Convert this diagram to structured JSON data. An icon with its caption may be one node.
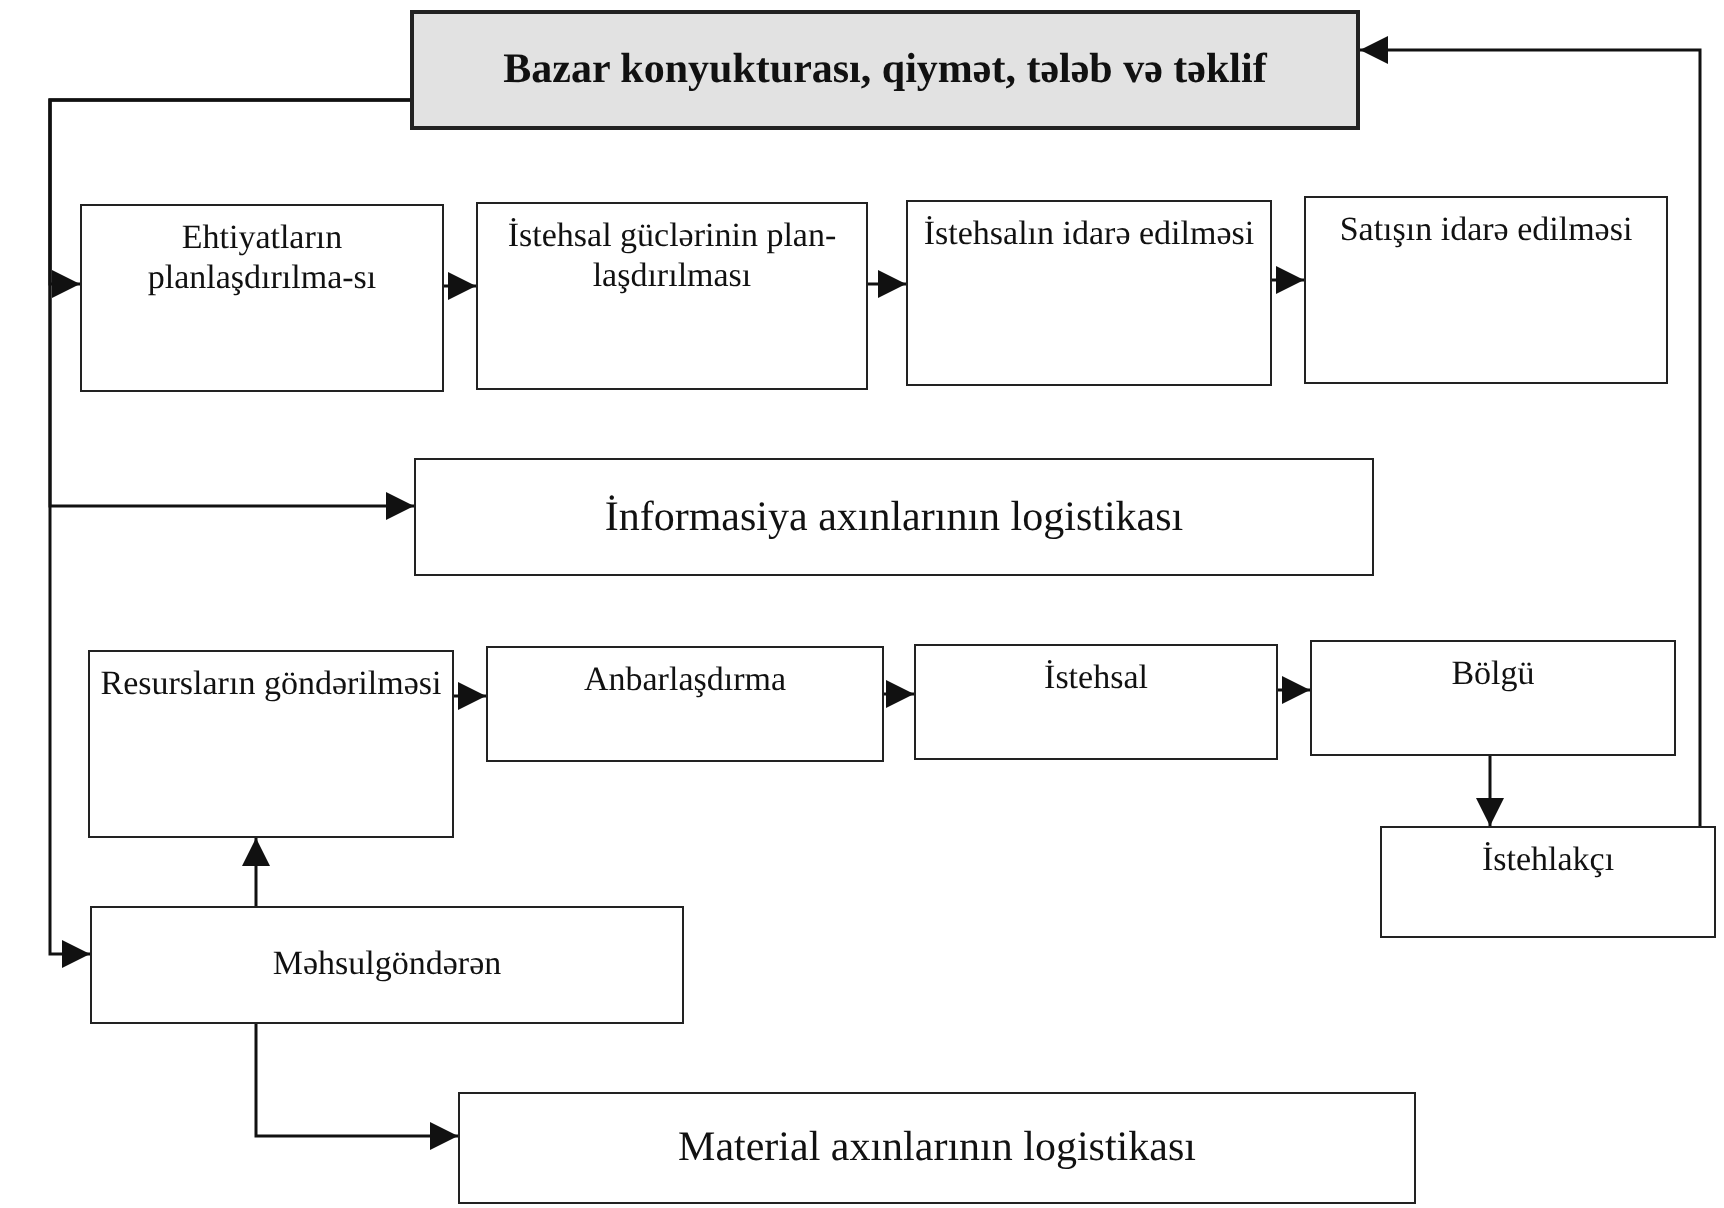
{
  "diagram": {
    "nodes": [
      {
        "text": [
          "Bazar konyukturası, qiymət, tələb və təklif"
        ]
      },
      {
        "text": [
          "Ehtiyatların planlaşdırılma-sı"
        ]
      },
      {
        "text": [
          "İstehsal güclərinin plan-laşdırılması"
        ]
      },
      {
        "text": [
          "İstehsalın idarə edilməsi"
        ]
      },
      {
        "text": [
          "Satışın idarə edilməsi"
        ]
      },
      {
        "text": [
          "İnformasiya axınlarının logistikası"
        ]
      },
      {
        "text": [
          "Resursların göndərilməsi"
        ]
      },
      {
        "text": [
          "Anbarlaşdırma"
        ]
      },
      {
        "text": [
          "İstehsal"
        ]
      },
      {
        "text": [
          "Bölgü"
        ]
      },
      {
        "text": [
          "İstehlakçı"
        ]
      },
      {
        "text": [
          "Məhsulgöndərən"
        ]
      },
      {
        "text": [
          "Material axınlarının logistikası"
        ]
      }
    ],
    "edges": [
      {
        "from": 0,
        "to": 1,
        "arrow": "to"
      },
      {
        "from": 0,
        "to": 5,
        "arrow": "to"
      },
      {
        "from": 0,
        "to": 11,
        "arrow": "to"
      },
      {
        "from": 1,
        "to": 2,
        "arrow": "to"
      },
      {
        "from": 2,
        "to": 3,
        "arrow": "to"
      },
      {
        "from": 3,
        "to": 4,
        "arrow": "to"
      },
      {
        "from": 6,
        "to": 7,
        "arrow": "to"
      },
      {
        "from": 7,
        "to": 8,
        "arrow": "to"
      },
      {
        "from": 8,
        "to": 9,
        "arrow": "to"
      },
      {
        "from": 9,
        "to": 10,
        "arrow": "to"
      },
      {
        "from": 10,
        "to": 0,
        "arrow": "to"
      },
      {
        "from": 11,
        "to": 6,
        "arrow": "to"
      },
      {
        "from": 11,
        "to": 12,
        "arrow": "to"
      }
    ]
  }
}
